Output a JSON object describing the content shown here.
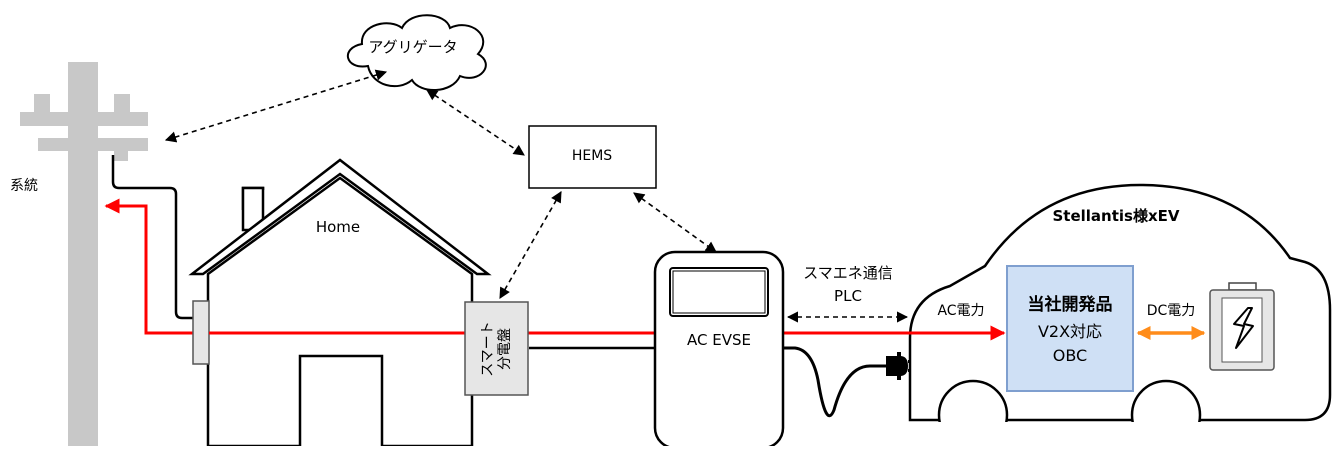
{
  "labels": {
    "grid": "系統",
    "aggregator": "アグリゲータ",
    "hems": "HEMS",
    "home": "Home",
    "smart_panel_line1": "スマート",
    "smart_panel_line2": "分電盤",
    "evse": "AC EVSE",
    "comm_line1": "スマエネ通信",
    "comm_line2": "PLC",
    "ev_title": "Stellantis様xEV",
    "ac_power": "AC電力",
    "dc_power": "DC電力",
    "obc_line1": "当社開発品",
    "obc_line2": "V2X対応",
    "obc_line3": "OBC"
  },
  "colors": {
    "power_ac": "#ff0000",
    "power_dc": "#ff8c1a",
    "pole": "#c8c8c8",
    "obc_fill": "#cfe0f5",
    "obc_border": "#7f9fcf",
    "panel_fill": "#e6e6e6"
  }
}
